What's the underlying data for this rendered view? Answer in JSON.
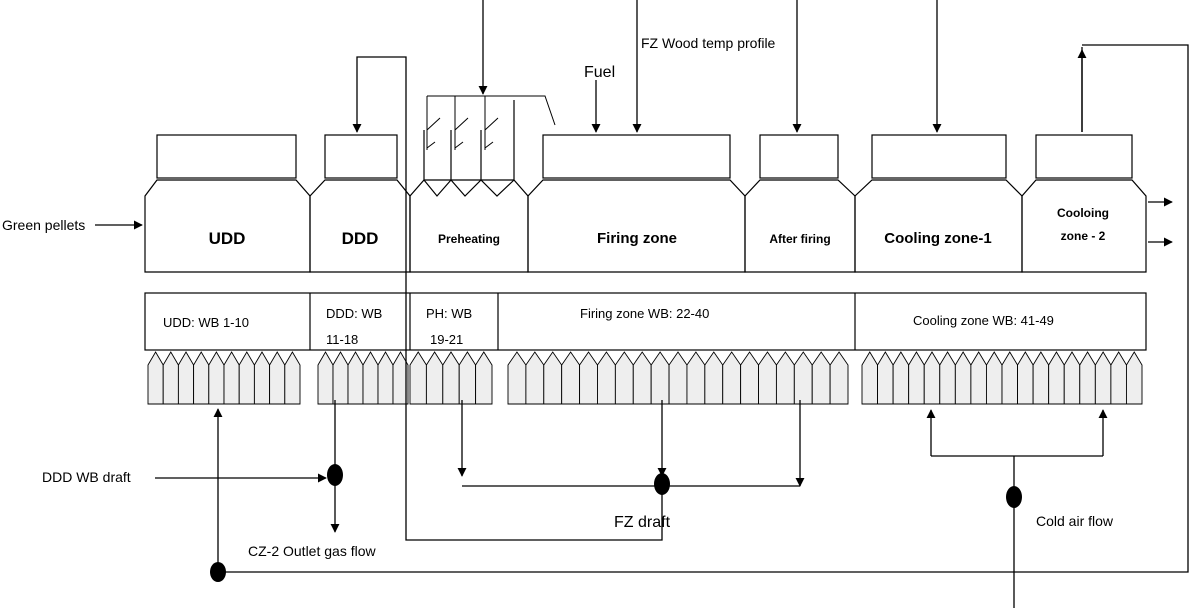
{
  "zones": [
    {
      "label": "UDD"
    },
    {
      "label": "DDD"
    },
    {
      "label": "Preheating"
    },
    {
      "label": "Firing  zone"
    },
    {
      "label": "After firing"
    },
    {
      "label": "Cooling zone-1"
    },
    {
      "label_line1": "Cooloing",
      "label_line2": "zone - 2"
    }
  ],
  "windbox_bands": {
    "udd": "UDD: WB 1-10",
    "ddd_line1": "DDD: WB",
    "ddd_line2": "11-18",
    "ph_line1": "PH: WB",
    "ph_line2": "19-21",
    "firing": "Firing zone WB: 22-40",
    "cooling": "Cooling zone WB: 41-49"
  },
  "annotations": {
    "green_pellets": "Green pellets",
    "fuel": "Fuel",
    "fz_wood_temp_profile": "FZ  Wood temp  profile",
    "ddd_wb_draft": "DDD WB draft",
    "cz2_outlet_gas_flow": "CZ-2 Outlet gas flow",
    "fz_draft": "FZ  draft",
    "cold_air_flow": "Cold air flow"
  },
  "colors": {
    "line": "#000000",
    "background": "#ffffff",
    "windbox_fill": "#eeeeee"
  }
}
